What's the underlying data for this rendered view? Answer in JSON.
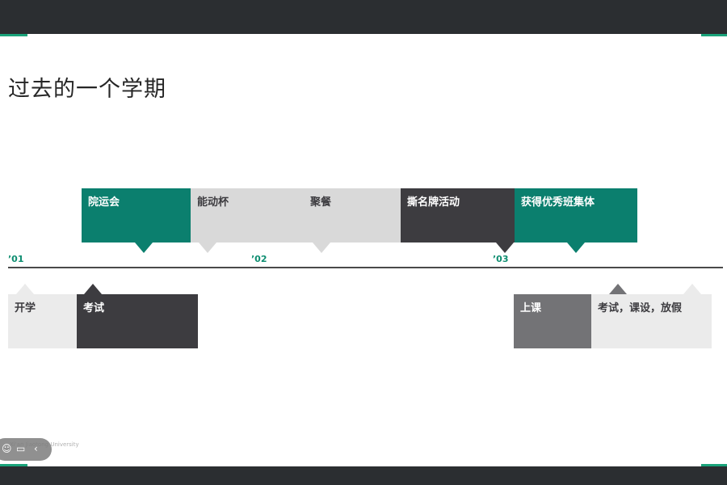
{
  "title": "过去的一个学期",
  "colors": {
    "teal": "#0b7f6e",
    "dark": "#3d3c40",
    "light_gray": "#d9d9d9",
    "lighter_gray": "#ebebeb",
    "mid_gray": "#737376",
    "tick_green": "#0d8d70",
    "bar_dark": "#2b2e31"
  },
  "upper_events": [
    {
      "label": "院运会",
      "color": "teal"
    },
    {
      "label": "能动杯",
      "color": "light_gray"
    },
    {
      "label": "聚餐",
      "color": "light_gray"
    },
    {
      "label": "撕名牌活动",
      "color": "dark"
    },
    {
      "label": "获得优秀班集体",
      "color": "teal"
    }
  ],
  "lower_events": [
    {
      "label": "开学",
      "color": "lighter_gray"
    },
    {
      "label": "考试",
      "color": "dark"
    },
    {
      "label": "上课",
      "color": "mid_gray"
    },
    {
      "label": "考试，课设，放假",
      "color": "lighter_gray"
    }
  ],
  "ticks": [
    "’01",
    "’02",
    "’03"
  ],
  "watermark": "Xi'an Jiaotong University",
  "icons": [
    "emoji-icon",
    "chat-icon",
    "chevron-left-icon"
  ]
}
